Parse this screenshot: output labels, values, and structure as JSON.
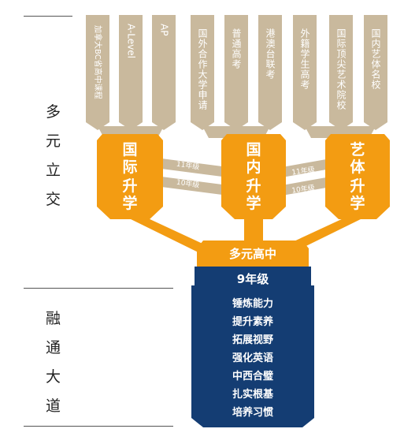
{
  "side_labels": {
    "top": [
      "多",
      "元",
      "立",
      "交"
    ],
    "bottom": [
      "融",
      "通",
      "大",
      "道"
    ]
  },
  "destinations": [
    "加拿大BC省高中课程",
    "A-Level",
    "AP",
    "国外合作大学申请",
    "普通高考",
    "港澳台联考",
    "外籍学生高考",
    "国际顶尖艺术院校",
    "国内艺体名校"
  ],
  "categories": [
    "国际升学",
    "国内升学",
    "艺体升学"
  ],
  "grade_connectors": [
    "11年级",
    "10年级",
    "11年级",
    "10年级"
  ],
  "core": {
    "title": "多元高中",
    "grade": "9年级"
  },
  "values": [
    "锤炼能力",
    "提升素养",
    "拓展视野",
    "强化英语",
    "中西合璧",
    "扎实根基",
    "培养习惯"
  ],
  "colors": {
    "beige": "#c9b99d",
    "orange": "#f39c12",
    "navy": "#143d73"
  }
}
